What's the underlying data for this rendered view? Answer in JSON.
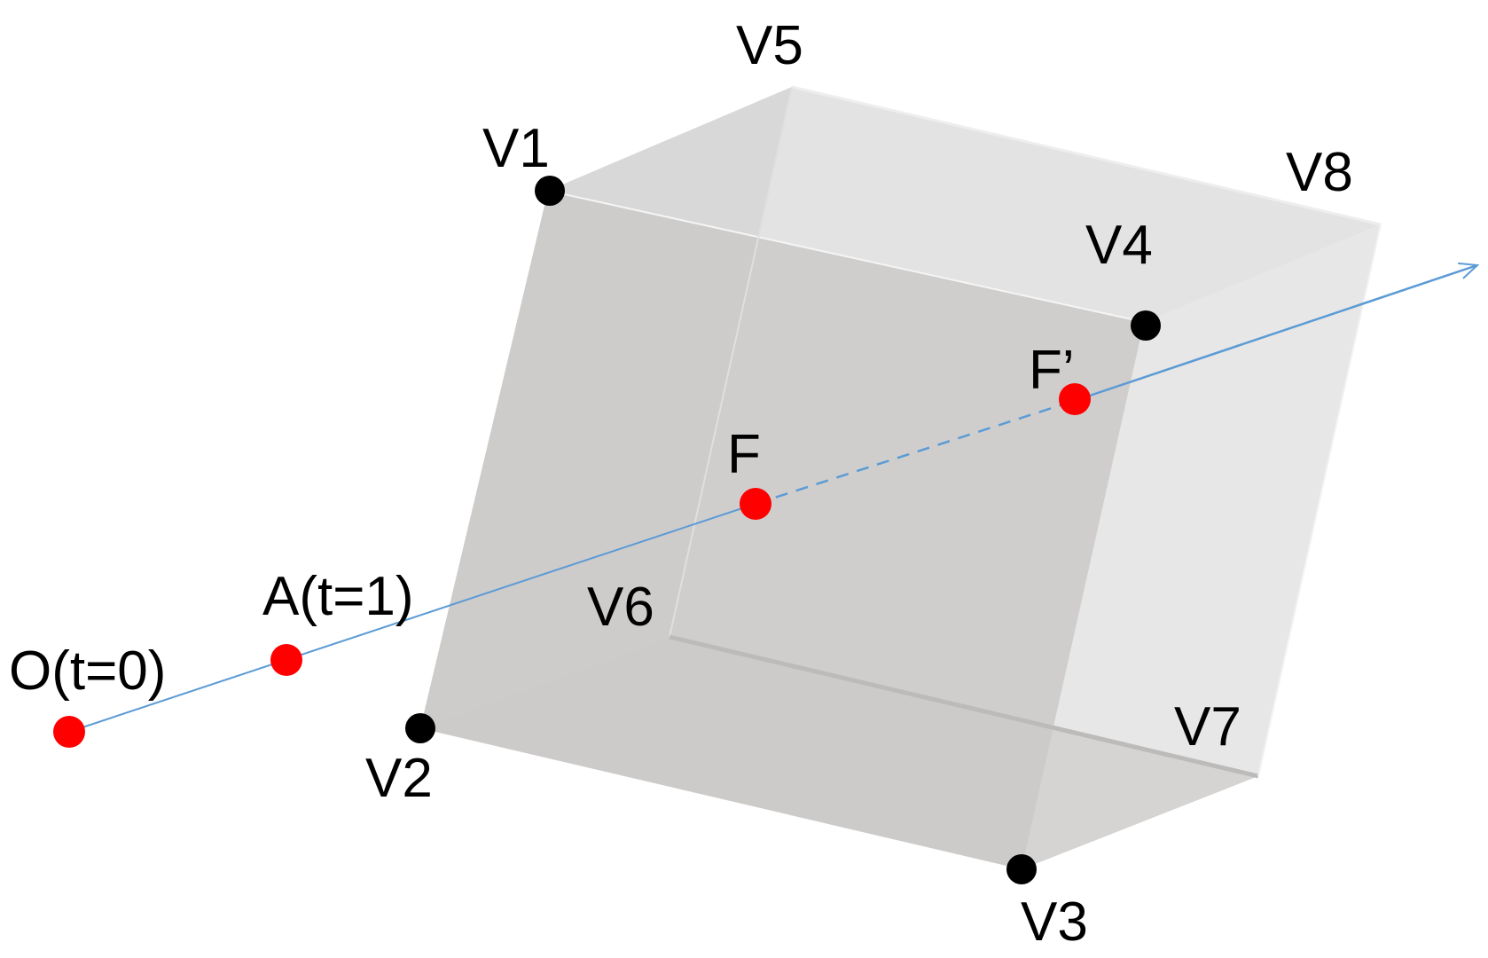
{
  "vertex_labels": {
    "v1": "V1",
    "v2": "V2",
    "v3": "V3",
    "v4": "V4",
    "v5": "V5",
    "v6": "V6",
    "v7": "V7",
    "v8": "V8"
  },
  "ray_labels": {
    "origin": "O(t=0)",
    "a": "A(t=1)",
    "f": "F",
    "f_prime": "F’"
  },
  "colors": {
    "ray": "#5b9bd5",
    "ray_points": "#ff0000",
    "vertex_points": "#000000",
    "cube_face": "#c8c6c5"
  }
}
